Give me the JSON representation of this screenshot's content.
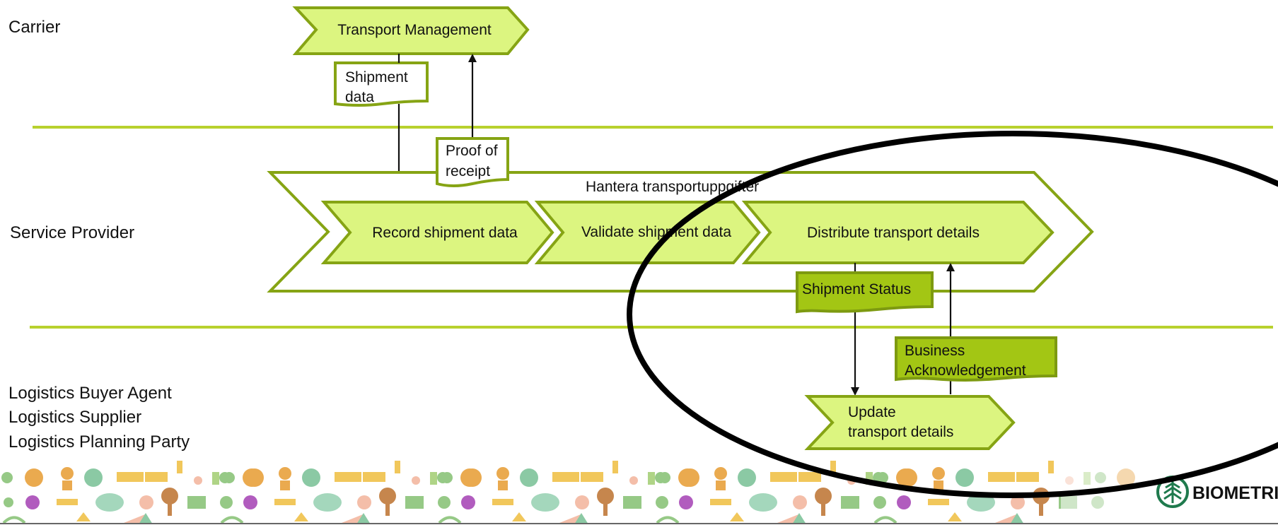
{
  "lanes": {
    "carrier": "Carrier",
    "service_provider": "Service Provider",
    "logistics": [
      "Logistics Buyer Agent",
      "Logistics Supplier",
      "Logistics Planning Party"
    ]
  },
  "process": {
    "transport_management": "Transport Management",
    "outer_title": "Hantera transportuppgifter",
    "record": "Record shipment data",
    "validate": "Validate shipment data",
    "distribute": "Distribute transport details",
    "update": [
      "Update",
      "transport details"
    ]
  },
  "documents": {
    "shipment_data": [
      "Shipment",
      "data"
    ],
    "proof_of_receipt": [
      "Proof of",
      "receipt"
    ],
    "shipment_status": "Shipment Status",
    "business_ack": [
      "Business",
      "Acknowledgement"
    ]
  },
  "logo_text": "BIOMETRI",
  "colors": {
    "shape_fill": "#dcf580",
    "shape_stroke": "#86a414",
    "doc_dark": "#a3c614",
    "separator": "#b8d12e",
    "highlight_circle": "#000000"
  }
}
